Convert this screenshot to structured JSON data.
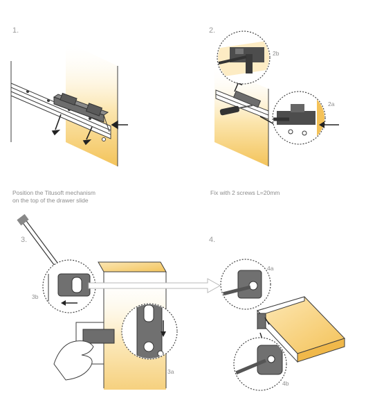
{
  "steps": [
    {
      "number": "1.",
      "caption_line1": "Position the Titusoft mechanism",
      "caption_line2": "on the top of the drawer slide"
    },
    {
      "number": "2.",
      "caption_line1": "Fix with 2 screws L=20mm",
      "callouts": [
        "2b",
        "2a"
      ]
    },
    {
      "number": "3.",
      "callouts": [
        "3b",
        "3a"
      ]
    },
    {
      "number": "4.",
      "callouts": [
        "4a",
        "4b"
      ]
    }
  ],
  "colors": {
    "line": "#3c3c3c",
    "wood": "#f3c45c",
    "wood_light": "#fbe6b3",
    "metal": "#6d6d6d",
    "dashed": "#555555"
  }
}
